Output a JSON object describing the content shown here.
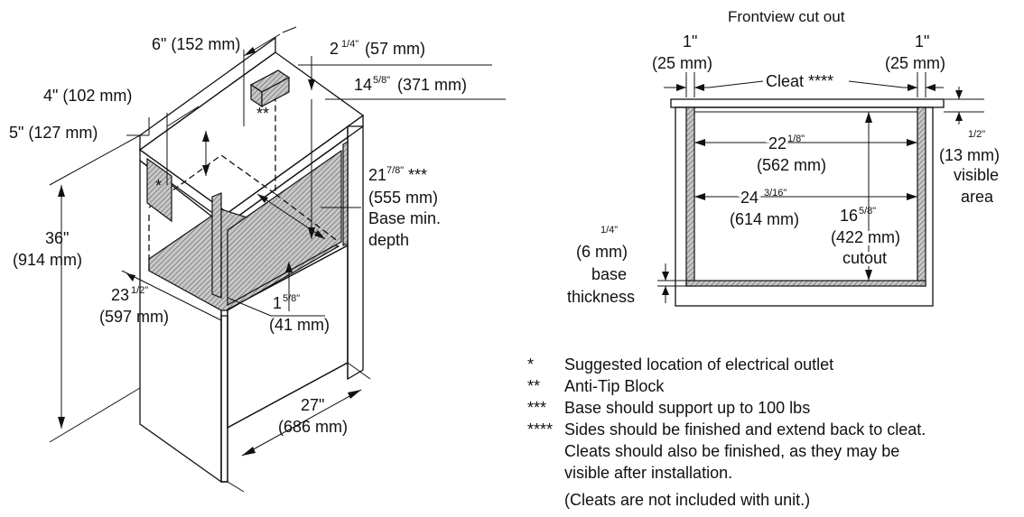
{
  "left_view": {
    "dim_6in": "6\" (152 mm)",
    "dim_2_1_4": {
      "whole": "2",
      "frac": "1/4\"",
      "mm": "(57 mm)"
    },
    "dim_14_5_8": {
      "whole": "14",
      "frac": "5/8\"",
      "mm": "(371 mm)"
    },
    "dim_4in": "4\" (102 mm)",
    "dim_5in": "5\" (127 mm)",
    "outlet_marker": "*",
    "antitip_marker": "**",
    "dim_21_7_8": {
      "whole": "21",
      "frac": "7/8\"",
      "stars": "***",
      "mm": "(555 mm)",
      "label1": "Base min.",
      "label2": "depth"
    },
    "dim_36": {
      "in": "36\"",
      "mm": "(914 mm)"
    },
    "dim_23_1_2": {
      "whole": "23",
      "frac": "1/2\"",
      "mm": "(597 mm)"
    },
    "dim_1_5_8": {
      "whole": "1",
      "frac": "5/8\"",
      "mm": "(41 mm)"
    },
    "dim_27": {
      "in": "27\"",
      "mm": "(686 mm)"
    }
  },
  "front_view": {
    "title": "Frontview cut out",
    "left_1in": {
      "in": "1\"",
      "mm": "(25 mm)"
    },
    "right_1in": {
      "in": "1\"",
      "mm": "(25 mm)"
    },
    "cleat": "Cleat ****",
    "dim_22_1_8": {
      "whole": "22",
      "frac": "1/8\"",
      "mm": "(562 mm)"
    },
    "dim_24_3_16": {
      "whole": "24",
      "frac": "3/16\"",
      "mm": "(614 mm)"
    },
    "dim_16_5_8": {
      "whole": "16",
      "frac": "5/8\"",
      "mm": "(422 mm)",
      "label": "cutout"
    },
    "dim_1_2": {
      "frac": "1/2\"",
      "mm": "(13 mm)",
      "label1": "visible",
      "label2": "area"
    },
    "dim_1_4": {
      "frac": "1/4\"",
      "mm": "(6 mm)",
      "label1": "base",
      "label2": "thickness"
    }
  },
  "notes": [
    {
      "marker": "*",
      "text": "Suggested location of electrical outlet"
    },
    {
      "marker": "**",
      "text": "Anti-Tip Block"
    },
    {
      "marker": "***",
      "text": "Base should support up to 100 lbs"
    },
    {
      "marker": "****",
      "text": "Sides should be finished and extend back to cleat."
    },
    {
      "marker": "",
      "text": "Cleats should also be finished, as they may be"
    },
    {
      "marker": "",
      "text": "visible after installation."
    },
    {
      "marker": "",
      "text": "(Cleats are not included with unit.)"
    }
  ]
}
